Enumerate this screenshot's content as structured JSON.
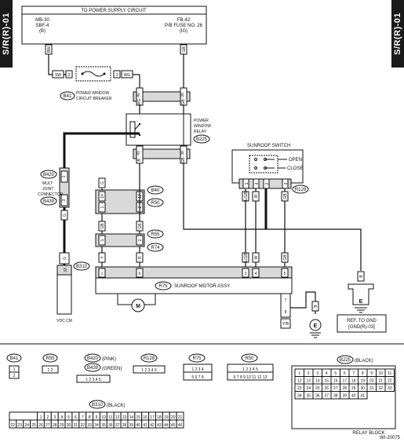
{
  "page_tag": "S/R(R)-01",
  "header": {
    "title": "TO POWER SUPPLY CIRCUIT"
  },
  "supply": {
    "left": [
      "MB-30",
      "SBF-4",
      "(B)"
    ],
    "right": [
      "FB-42",
      "P/B FUSE NO. 26",
      "(IG)"
    ]
  },
  "wire_colors": {
    "bw": "BW",
    "gb": "GB",
    "wg": "WG",
    "g": "G",
    "b": "B",
    "y": "Y",
    "w": "W",
    "r": "R",
    "l": "L",
    "lgb": "L/GB",
    "yb": "Y/B"
  },
  "breaker": {
    "id": "B41",
    "label": [
      "POWER WINDOW",
      "CIRCUIT BREAKER"
    ],
    "pin2": "2",
    "pin1": "1",
    "sw": "SW",
    "wg": "WG"
  },
  "relay": {
    "id": "B225",
    "label": [
      "POWER",
      "WINDOW",
      "RELAY"
    ],
    "pins": [
      "40",
      "39",
      "41",
      "38"
    ]
  },
  "sunroof_switch": {
    "title": "SUNROOF SWITCH",
    "open": "OPEN",
    "close": "CLOSE",
    "id": "R128",
    "pins": [
      "1",
      "4",
      "2",
      "3"
    ]
  },
  "joint_connector": {
    "ids": [
      "B420",
      "B439"
    ],
    "label": [
      "MULT",
      "JOINT",
      "CONNECTOR"
    ],
    "pins": [
      "1",
      "3"
    ]
  },
  "connector_b40": {
    "ids": [
      "B40",
      "R50"
    ],
    "pins": [
      "14",
      "1",
      "13",
      "2"
    ]
  },
  "connector_r55": {
    "ids": [
      "R55",
      "R74"
    ],
    "pins": [
      "1",
      "2"
    ]
  },
  "motor": {
    "id": "R75",
    "label": "SUNROOF MOTOR ASSY",
    "pins_top": [
      "1",
      "6",
      "3",
      "4",
      "5"
    ],
    "pins_side": [
      "7",
      "8"
    ],
    "m": "M"
  },
  "b310": {
    "id": "B310",
    "pin": "33",
    "vdc": "VDC CM"
  },
  "ground": {
    "symbol": "E",
    "ref": [
      "REF. TO GND",
      "[GND(R)-03]"
    ]
  },
  "connectors_legend": [
    {
      "id": "B41",
      "pins": [
        "1",
        "2"
      ]
    },
    {
      "id": "R55",
      "pins": [
        "1",
        "2"
      ]
    },
    {
      "id": "B420",
      "note": "(PINK)"
    },
    {
      "id": "B439",
      "note": "(GREEN)",
      "pins": [
        "1",
        "2",
        "3",
        "4",
        "5"
      ]
    },
    {
      "id": "R128",
      "pins": [
        "1",
        "2",
        "3",
        "4",
        "5"
      ]
    },
    {
      "id": "R75",
      "pins": [
        "1",
        "2",
        "3",
        "4",
        "5",
        "6",
        "7",
        "8"
      ]
    },
    {
      "id": "R50",
      "pins": [
        "1",
        "2",
        "3",
        "4",
        "5",
        "6",
        "7",
        "8",
        "9",
        "10",
        "11",
        "12",
        "13"
      ]
    },
    {
      "id": "B225",
      "note": "(BLACK)"
    },
    {
      "id": "B310",
      "note": "(BLACK)"
    }
  ],
  "b225_pins": [
    "1",
    "2",
    "3",
    "4",
    "5",
    "6",
    "7",
    "8",
    "9",
    "10",
    "11",
    "12",
    "13",
    "14",
    "15",
    "16",
    "17",
    "18",
    "19",
    "20",
    "21",
    "22",
    "23",
    "24",
    "25",
    "26",
    "27",
    "28",
    "29",
    "30",
    "31",
    "32",
    "33",
    "34",
    "35",
    "36",
    "37",
    "38",
    "39",
    "40",
    "41"
  ],
  "b310_row1": [
    "1",
    "2",
    "3",
    "4",
    "5",
    "6",
    "7",
    "8",
    "9",
    "10",
    "11",
    "12",
    "13",
    "14",
    "15",
    "16",
    "17",
    "18",
    "19",
    "20",
    "21"
  ],
  "b310_row2": [
    "22",
    "23",
    "24",
    "25",
    "26",
    "27",
    "28",
    "29",
    "30",
    "31",
    "32",
    "33",
    "34",
    "35",
    "36",
    "37",
    "38",
    "39",
    "40",
    "41",
    "42",
    "43",
    "44",
    "45",
    "46"
  ],
  "relay_block_label": "RELAY BLOCK",
  "drawing_number": "WI-20075"
}
